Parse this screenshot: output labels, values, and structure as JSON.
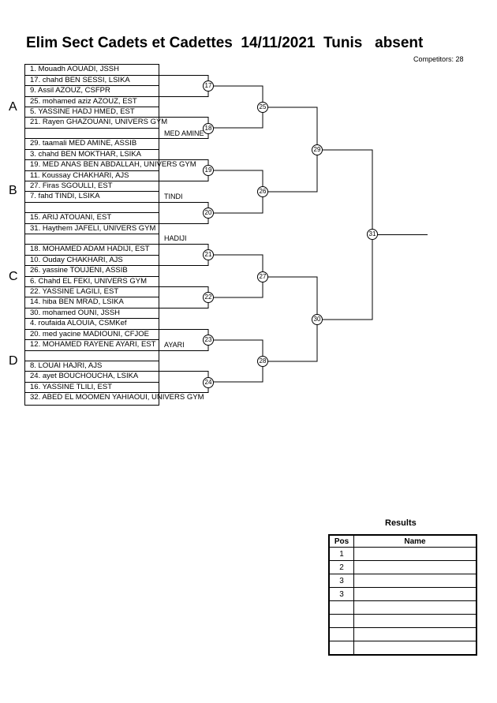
{
  "header": {
    "title": "Elim Sect Cadets et Cadettes  14/11/2021  Tunis   absent",
    "competitors": "Competitors: 28"
  },
  "sections": [
    "A",
    "B",
    "C",
    "D"
  ],
  "competitors": [
    "1. Mouadh AOUADI, JSSH",
    "17. chahd BEN SESSI, LSIKA",
    "9. Assil AZOUZ, CSFPR",
    "25. mohamed aziz AZOUZ, EST",
    "5. YASSINE HADJ HMED, EST",
    "21. Rayen GHAZOUANI, UNIVERS GYM",
    "",
    "29. taamali MED AMINE, ASSIB",
    "3. chahd BEN MOKTHAR, LSIKA",
    "19. MED ANAS BEN ABDALLAH, UNIVERS GYM",
    "11. Koussay CHAKHARI, AJS",
    "27. Firas SGOULLI, EST",
    "7. fahd TINDI, LSIKA",
    "",
    "15. ARIJ ATOUANI, EST",
    "31. Haythem JAFELI, UNIVERS GYM",
    "",
    "18. MOHAMED ADAM HADIJI, EST",
    "10. Ouday CHAKHARI, AJS",
    "26. yassine TOUJENI, ASSIB",
    "6. Chahd EL FEKI, UNIVERS GYM",
    "22. YASSINE LAGILI, EST",
    "14. hiba BEN MRAD, LSIKA",
    "30. mohamed OUNI, JSSH",
    "4. roufaida ALOUIA, CSMKef",
    "20. med yacine MADIOUNI, CFJOE",
    "12. MOHAMED RAYENE AYARI, EST",
    "",
    "8. LOUAI HAJRI, AJS",
    "24. ayet BOUCHOUCHA, LSIKA",
    "16. YASSINE TLILI, EST",
    "32. ABED EL MOOMEN YAHIAOUI, UNIVERS GYM"
  ],
  "matches": {
    "round1": [
      "17",
      "18",
      "19",
      "20",
      "21",
      "22",
      "23",
      "24"
    ],
    "round2": [
      "25",
      "26",
      "27",
      "28"
    ],
    "round3": [
      "29",
      "30"
    ],
    "final": "31"
  },
  "advance_notes": {
    "m18": "MED AMINE",
    "m20": "TINDI",
    "hadiji": "HADIJI",
    "m23": "AYARI"
  },
  "results": {
    "title": "Results",
    "headers": [
      "Pos",
      "Name"
    ],
    "rows": [
      {
        "pos": "1",
        "name": ""
      },
      {
        "pos": "2",
        "name": ""
      },
      {
        "pos": "3",
        "name": ""
      },
      {
        "pos": "3",
        "name": ""
      },
      {
        "pos": "",
        "name": ""
      },
      {
        "pos": "",
        "name": ""
      },
      {
        "pos": "",
        "name": ""
      },
      {
        "pos": "",
        "name": ""
      }
    ]
  }
}
